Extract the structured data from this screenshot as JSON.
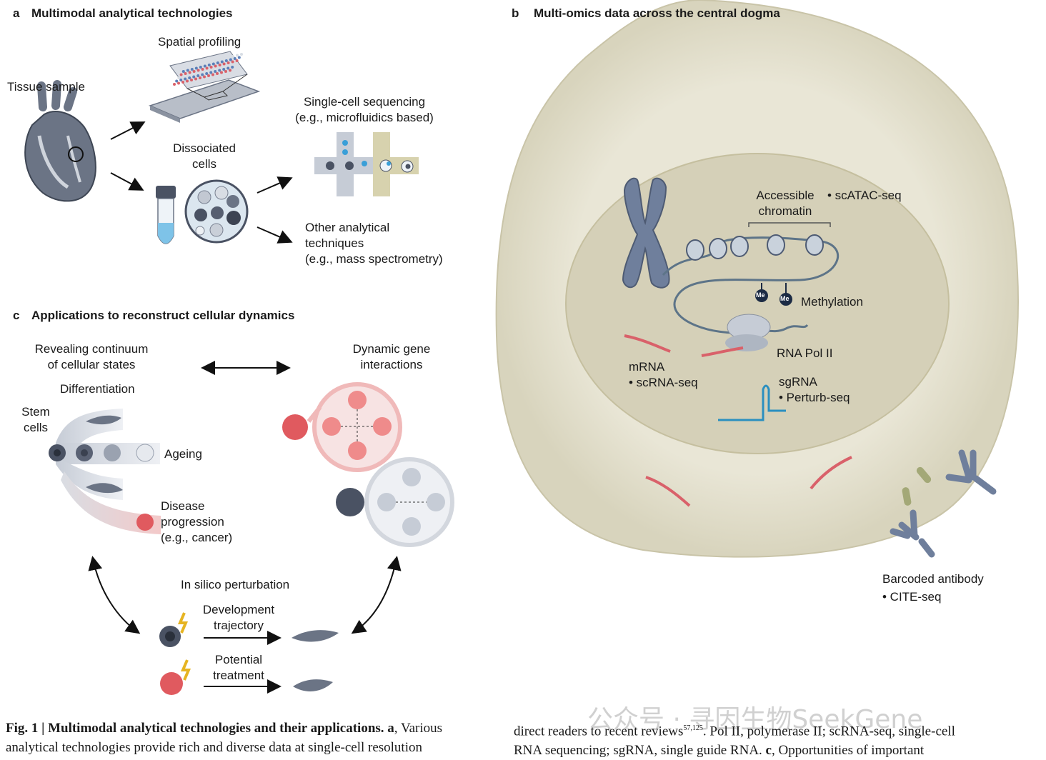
{
  "panel_a": {
    "letter": "a",
    "title": "Multimodal analytical technologies",
    "tissue_sample": "Tissue sample",
    "spatial_profiling": "Spatial profiling",
    "dissociated_line1": "Dissociated",
    "dissociated_line2": "cells",
    "sc_seq_line1": "Single-cell sequencing",
    "sc_seq_line2": "(e.g., microfluidics based)",
    "other_line1": "Other analytical",
    "other_line2": "techniques",
    "other_line3": "(e.g., mass spectrometry)"
  },
  "panel_b": {
    "letter": "b",
    "title": "Multi-omics data across the central dogma",
    "accessible_line1": "Accessible",
    "accessible_line2": "chromatin",
    "scatac": "• scATAC-seq",
    "methylation": "Methylation",
    "me_badge": "Me",
    "rna_pol": "RNA Pol II",
    "mrna": "mRNA",
    "scrna": "• scRNA-seq",
    "sgrna": "sgRNA",
    "perturb": "• Perturb-seq",
    "barcoded_antibody": "Barcoded antibody",
    "cite": "• CITE-seq"
  },
  "panel_c": {
    "letter": "c",
    "title": "Applications to reconstruct cellular dynamics",
    "revealing_line1": "Revealing continuum",
    "revealing_line2": "of cellular states",
    "dynamic_line1": "Dynamic gene",
    "dynamic_line2": "interactions",
    "differentiation": "Differentiation",
    "stem_line1": "Stem",
    "stem_line2": "cells",
    "ageing": "Ageing",
    "disease_line1": "Disease",
    "disease_line2": "progression",
    "disease_line3": "(e.g., cancer)",
    "in_silico": "In silico perturbation",
    "dev_line1": "Development",
    "dev_line2": "trajectory",
    "pot_line1": "Potential",
    "pot_line2": "treatment"
  },
  "caption": {
    "left_fig": "Fig. 1 | ",
    "left_title": "Multimodal analytical technologies and their applications.",
    "left_a": " a",
    "left_rest1": ", Various",
    "left_line2": "analytical technologies provide rich and diverse data at single-cell resolution",
    "right_line1_pre": "direct readers to recent reviews",
    "right_sup": "57,125",
    "right_line1_post": ". Pol II, polymerase II; scRNA-seq, single-cell",
    "right_line2_pre": "RNA sequencing; sgRNA, single guide RNA. ",
    "right_c": "c",
    "right_line2_post": ", Opportunities of important"
  },
  "watermark": "公众号 · 寻因生物SeekGene",
  "colors": {
    "cell_outer": "#e6e3d2",
    "nucleus": "#d5d0b8",
    "dna_blue": "#5d7488",
    "rna_red": "#d9616a",
    "sgrna_blue": "#2a8fc0",
    "antibody": "#6f7f9c",
    "dark_cell": "#4a5263"
  }
}
